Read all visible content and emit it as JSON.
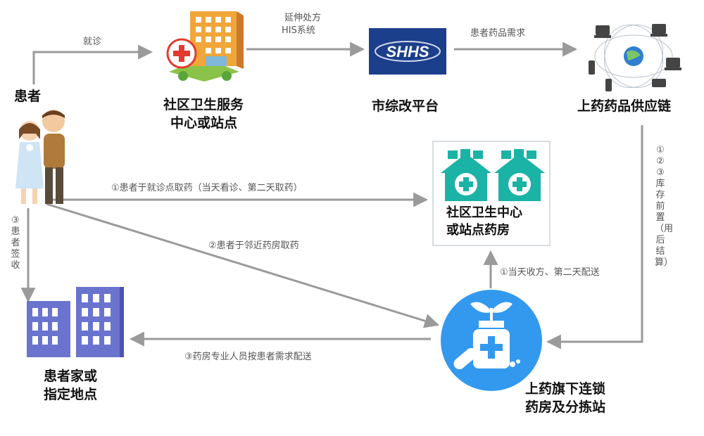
{
  "nodes": {
    "patient": {
      "label": "患者"
    },
    "community_center": {
      "line1": "社区卫生服务",
      "line2": "中心或站点"
    },
    "platform": {
      "label": "市综改平台",
      "logo_text": "SHHS"
    },
    "supply_chain": {
      "label": "上药药品供应链"
    },
    "community_pharmacy": {
      "line1": "社区卫生中心",
      "line2": "或站点药房"
    },
    "chain_pharmacy": {
      "line1": "上药旗下连锁",
      "line2": "药房及分拣站"
    },
    "patient_home": {
      "line1": "患者家或",
      "line2": "指定地点"
    }
  },
  "edges": {
    "visit": "就诊",
    "prescription_line1": "延伸处方",
    "prescription_line2": "HIS系统",
    "demand": "患者药品需求",
    "pickup_visit": "①患者于就诊点取药（当天看诊、第二天取药）",
    "pickup_nearby": "②患者于邻近药房取药",
    "delivery_home": "③药房专业人员按患者需求配送",
    "deliver_next_day": "①当天收方、第二天配送",
    "inventory": "①②③库存前置（用后结算）",
    "sign": "③患者签收"
  },
  "colors": {
    "arrow": "#9a9a9a",
    "teal": "#1bb3a6",
    "building_purple": "#6a74cf",
    "circle_blue": "#3399ee",
    "logo_blue": "#1c3f8c"
  }
}
